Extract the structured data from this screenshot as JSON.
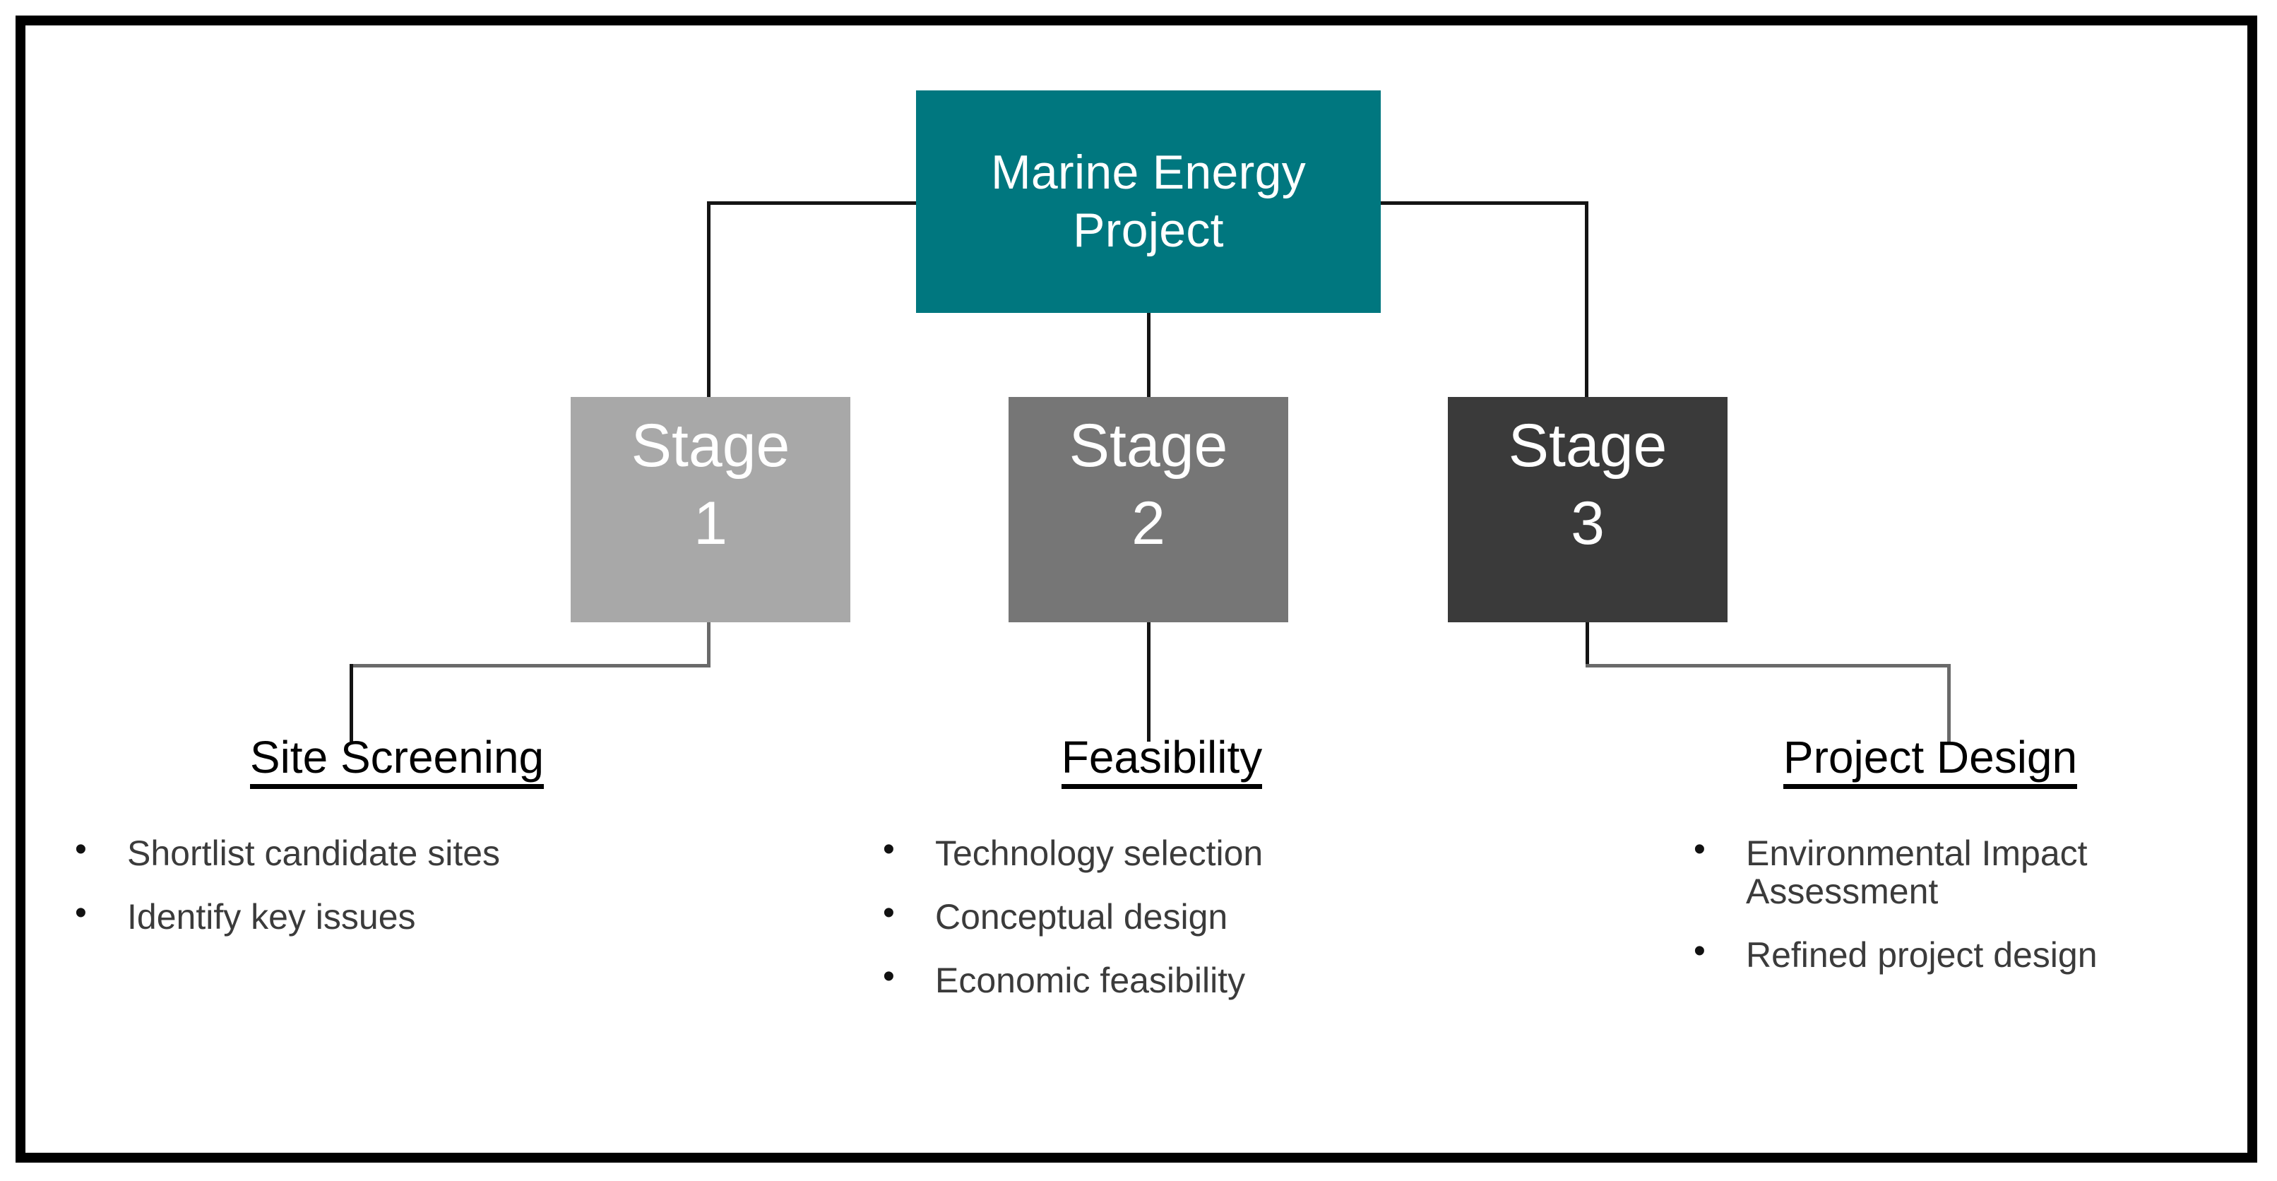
{
  "diagram": {
    "title": "Marine Energy Project stage diagram",
    "root": {
      "line_1": "Marine Energy",
      "line_2": "Project",
      "color": "#00777F"
    },
    "stages": [
      {
        "label": "Stage",
        "number": "1",
        "color": "#A8A8A8"
      },
      {
        "label": "Stage",
        "number": "2",
        "color": "#767676"
      },
      {
        "label": "Stage",
        "number": "3",
        "color": "#3A3A3A"
      }
    ],
    "columns": [
      {
        "heading": "Site Screening",
        "bullets": [
          "Shortlist candidate sites",
          "Identify key issues"
        ]
      },
      {
        "heading": "Feasibility",
        "bullets": [
          "Technology selection",
          "Conceptual design",
          "Economic feasibility"
        ]
      },
      {
        "heading": "Project Design",
        "bullets": [
          "Environmental Impact Assessment",
          "Refined project design"
        ]
      }
    ],
    "border_color": "#000000",
    "connector_color": "#2F2F2F",
    "background_color": "#FFFFFF"
  }
}
